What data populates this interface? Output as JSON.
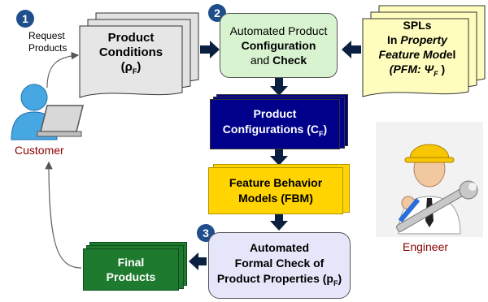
{
  "steps": {
    "one": "1",
    "two": "2",
    "three": "3"
  },
  "request": {
    "line1": "Request",
    "line2": "Products"
  },
  "customer_label": "Customer",
  "engineer_label": "Engineer",
  "product_conditions": {
    "line1": "Product",
    "line2": "Conditions",
    "sym": "(ρ",
    "sub": "F",
    "close": ")"
  },
  "auto_config": {
    "line1": "Automated Product",
    "line2": "Configuration",
    "line3_a": "and ",
    "line3_b": "Check"
  },
  "spls": {
    "line1": "SPLs",
    "line2_a": "In ",
    "line2_b": "Property",
    "line3_a": "Feature Mod",
    "line3_b": "el",
    "line4_a": "(PFM: Ψ",
    "line4_sub": "F",
    "line4_b": " )"
  },
  "product_configs": {
    "line1": "Product",
    "line2": "Configurations (C",
    "sub": "F",
    "close": ")"
  },
  "fbm": {
    "line1": "Feature Behavior",
    "line2": "Models (FBM)"
  },
  "formal_check": {
    "line1": "Automated",
    "line2": "Formal Check  of",
    "line3": "Product Properties (p",
    "sub": "F",
    "close": ")"
  },
  "final_products": {
    "line1": "Final",
    "line2": "Products"
  },
  "colors": {
    "navy": "#00008b",
    "yellow": "#ffd400",
    "green": "#1e7a2e",
    "mint": "#d8f3d0",
    "lavender": "#e6e6fa",
    "paper": "#fffdbd",
    "step": "#1f4e8c",
    "customer": "#8b0000"
  }
}
